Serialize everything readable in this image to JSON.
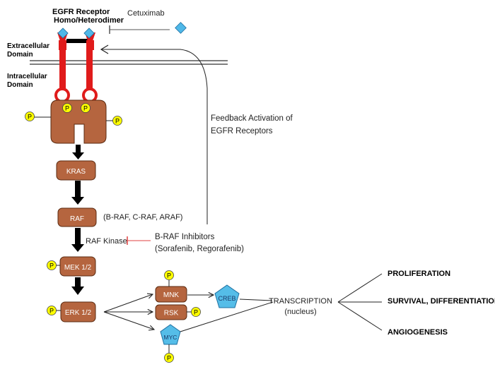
{
  "receptor": {
    "title_line1": "EGFR Receptor",
    "title_line2": "Homo/Heterodimer",
    "extracellular_line1": "Extracellular",
    "extracellular_line2": "Domain",
    "intracellular_line1": "Intracellular",
    "intracellular_line2": "Domain"
  },
  "drugs": {
    "cetuximab": "Cetuximab",
    "braf_inhibitors_line1": "B-RAF Inhibitors",
    "braf_inhibitors_line2": "(Sorafenib, Regorafenib)"
  },
  "feedback": {
    "line1": "Feedback Activation of",
    "line2": "EGFR Receptors"
  },
  "phospho_label": "P",
  "nodes": {
    "kras": "KRAS",
    "raf": "RAF",
    "raf_isoforms": "(B-RAF, C-RAF, ARAF)",
    "raf_kinase": "RAF Kinase",
    "mek": "MEK 1/2",
    "erk": "ERK 1/2",
    "mnk": "MNK",
    "rsk": "RSK",
    "myc": "MYC",
    "creb": "CREB"
  },
  "transcription": {
    "line1": "TRANSCRIPTION",
    "line2": "(nucleus)"
  },
  "outcomes": {
    "proliferation": "PROLIFERATION",
    "survival": "SURVIVAL, DIFFERENTIATION",
    "angiogenesis": "ANGIOGENESIS"
  },
  "colors": {
    "receptor_red": "#e01b1b",
    "kinase_brown": "#b5653f",
    "phospho_yellow": "#ffff00",
    "ligand_blue": "#4fb8e8",
    "pentagon_blue": "#55bde8",
    "inhibitor_red": "#e04040"
  }
}
